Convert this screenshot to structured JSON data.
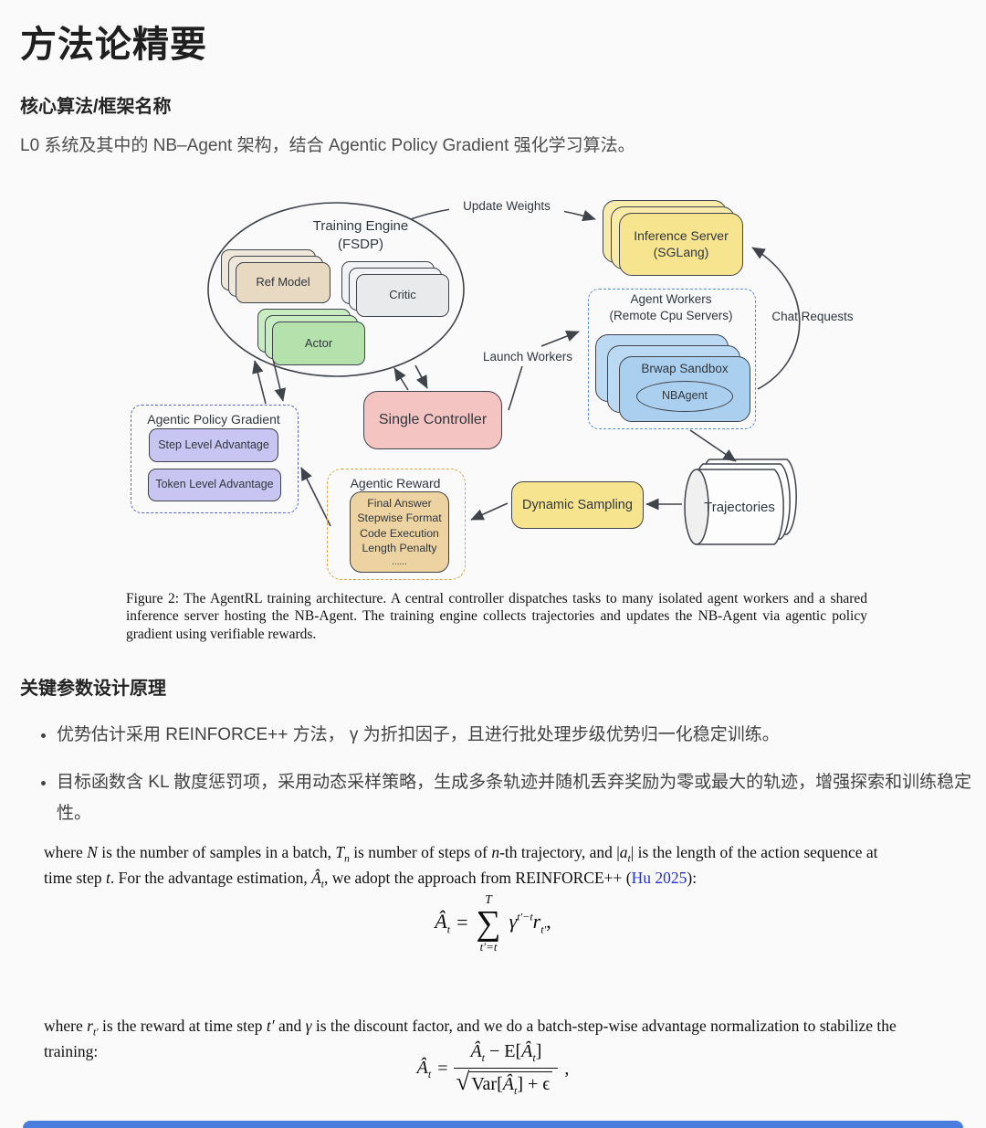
{
  "header": {
    "title": "方法论精要"
  },
  "section_core": {
    "heading": "核心算法/框架名称",
    "body": "L0 系统及其中的 NB–Agent 架构，结合 Agentic Policy Gradient 强化学习算法。"
  },
  "figure": {
    "caption": "Figure 2: The AgentRL training architecture. A central controller dispatches tasks to many isolated agent workers and a shared inference server hosting the NB-Agent. The training engine collects trajectories and updates the NB-Agent via agentic policy gradient using verifiable rewards.",
    "diagram": {
      "training_engine": {
        "line1": "Training Engine",
        "line2": "(FSDP)"
      },
      "ref_model": "Ref Model",
      "critic": "Critic",
      "actor": "Actor",
      "update_weights": "Update Weights",
      "inference_server": {
        "line1": "Inference Server",
        "line2": "(SGLang)"
      },
      "agent_workers": {
        "line1": "Agent Workers",
        "line2": "(Remote Cpu Servers)"
      },
      "chat_requests": "Chat Requests",
      "launch_workers": "Launch Workers",
      "brwap_sandbox": "Brwap Sandbox",
      "nbagent": "NBAgent",
      "single_controller": "Single Controller",
      "apg": {
        "title": "Agentic Policy Gradient",
        "step": "Step Level Advantage",
        "token": "Token Level Advantage"
      },
      "reward": {
        "title": "Agentic Reward",
        "lines": [
          "Final Answer",
          "Stepwise Format",
          "Code Execution",
          "Length Penalty",
          "......"
        ]
      },
      "dynamic_sampling": "Dynamic Sampling",
      "trajectories": "Trajectories"
    },
    "colors": {
      "inference_fill": "#f7e48f",
      "actor_fill": "#b5e2ac",
      "ref_model_fill": "#e7d9c2",
      "critic_fill": "#e9eaec",
      "sandbox_fill": "#abd0ef",
      "controller_fill": "#f3c4c2",
      "advantage_fill": "#c9c5f2",
      "reward_fill": "#edd3a2",
      "dynamic_sampling_fill": "#f7e48f",
      "apg_dash": "#5a68cf",
      "workers_dash": "#5b8cd0",
      "reward_dash": "#d9a842",
      "link_blue": "#2233cc",
      "footer_blue": "#4a7dde"
    }
  },
  "section_params": {
    "heading": "关键参数设计原理",
    "bullets": [
      "优势估计采用 REINFORCE++ 方法， γ 为折扣因子，且进行批处理步级优势归一化稳定训练。",
      "目标函数含 KL 散度惩罚项，采用动态采样策略，生成多条轨迹并随机丢弃奖励为零或最大的轨迹，增强探索和训练稳定性。"
    ]
  },
  "math": {
    "para1": {
      "s1": "where ",
      "N": "N",
      "s2": " is the number of samples in a batch, ",
      "T": "T",
      "Tsub": "n",
      "s3": " is number of steps of ",
      "n": "n",
      "s4": "-th trajectory, and ",
      "bar1": "|",
      "a": "a",
      "asub": "t",
      "bar2": "|",
      "s5": " is the length of the action sequence at time step ",
      "t": "t",
      "s6": ". For the advantage estimation, ",
      "Ahat": "Â",
      "Asub": "t",
      "s7": ", we adopt the approach from REINFORCE++ (",
      "link": "Hu 2025",
      "s8": "):"
    },
    "formula1": {
      "lhs": "Â",
      "lhs_sub": "t",
      "eq": "=",
      "sum_upper": "T",
      "sum_sigma": "∑",
      "sum_lower": "t′=t",
      "gamma": "γ",
      "gamma_exp": "t′−t",
      "r": "r",
      "r_sub": "t′",
      "comma": ","
    },
    "para2": {
      "s1": "where ",
      "r": "r",
      "rsub": "t′",
      "s2": " is the reward at time step ",
      "t": "t′",
      "s3": " and ",
      "gamma": "γ",
      "s4": " is the discount factor, and we do a batch-step-wise advantage normalization to stabilize the training:"
    },
    "formula2": {
      "lhs": "Â",
      "lhs_sub": "t",
      "eq": "=",
      "num_a": "Â",
      "num_a_sub": "t",
      "num_mid": " − E[",
      "num_b": "Â",
      "num_b_sub": "t",
      "num_close": "]",
      "sqrt": "√",
      "den_open": "Var[",
      "den_a": "Â",
      "den_a_sub": "t",
      "den_close": "] + ϵ",
      "comma": ","
    }
  }
}
